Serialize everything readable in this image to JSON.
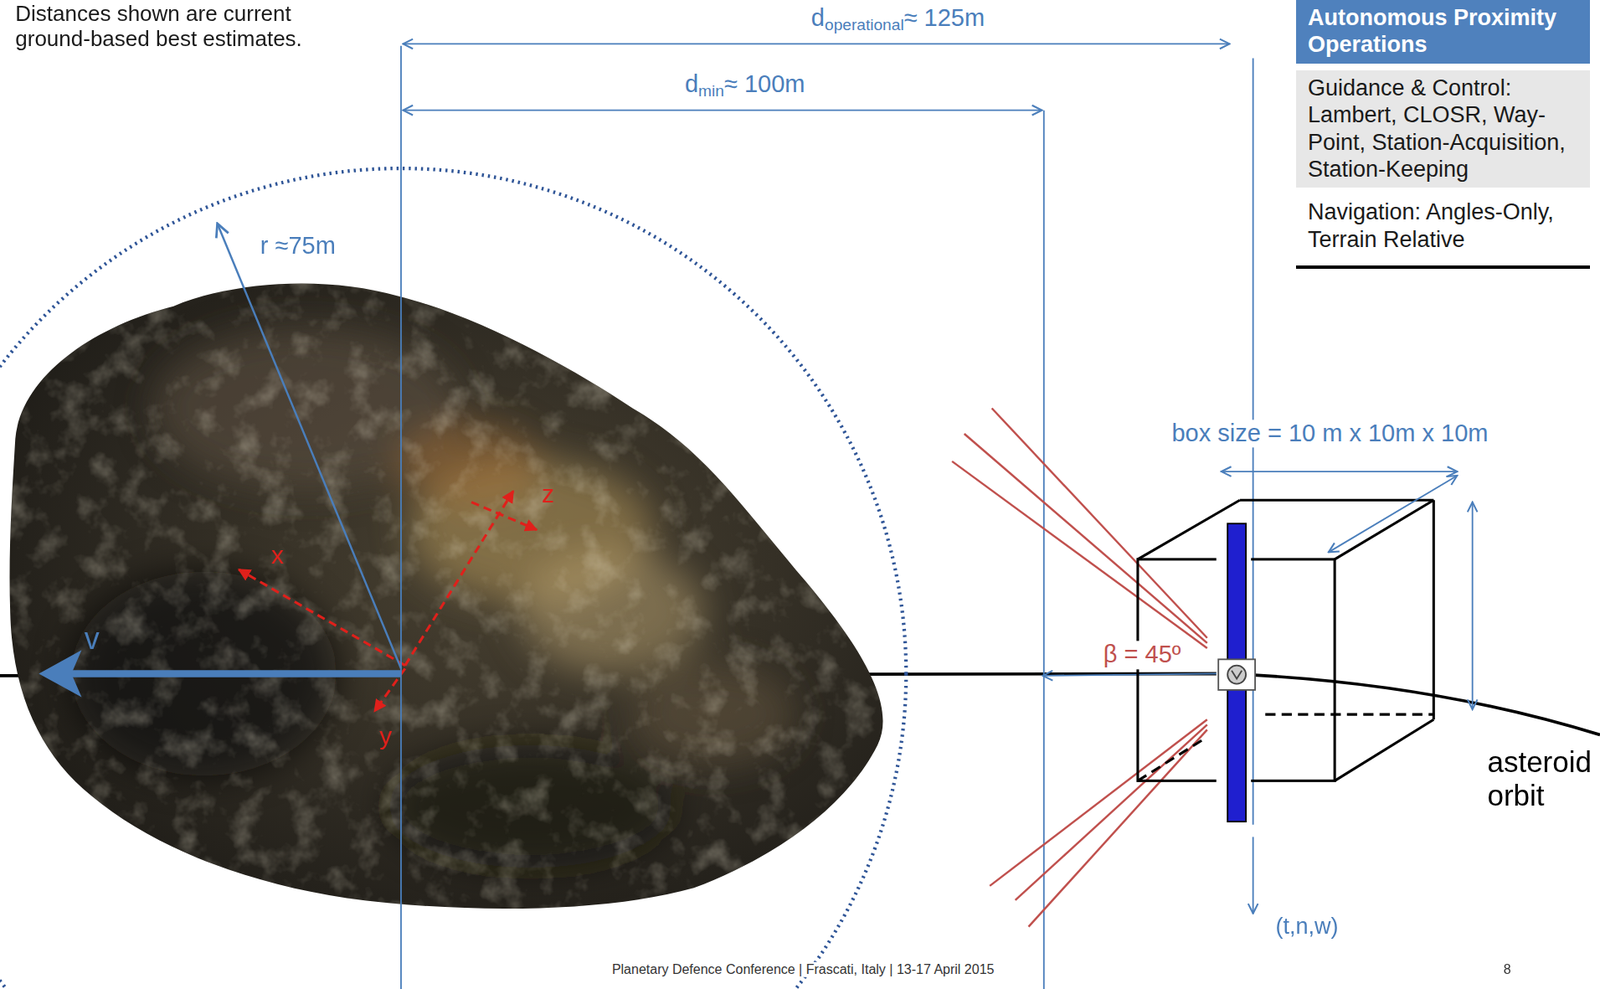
{
  "diagram": {
    "nodes": [
      {
        "text": [
          "Autonomous Proximity Operations",
          "Guidance & Control: Lambert, CLOSR, Way-Point, Station-Acquisition, Station-Keeping",
          "Navigation: Angles-Only, Terrain Relative"
        ]
      }
    ],
    "labels": [
      "Distances shown are current ground-based best estimates.",
      "d",
      "operational",
      "≈ 125m",
      "d",
      "min",
      "≈ 100m",
      "r ≈75m",
      "z",
      "x",
      "v",
      "y",
      "box size = 10 m x 10m x 10m",
      "β = 45º",
      "asteroid orbit",
      "(t,n,w)",
      "Planetary Defence Conference | Frascati, Italy | 13-17 April 2015",
      "8"
    ]
  }
}
